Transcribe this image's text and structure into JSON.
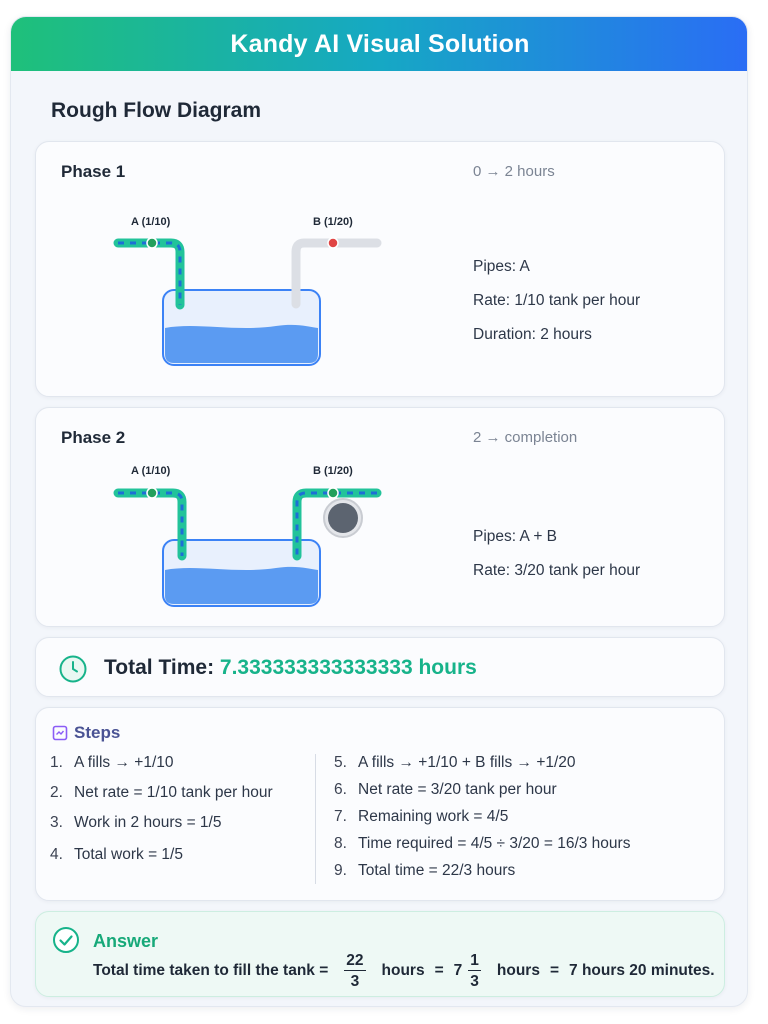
{
  "header": {
    "title": "Kandy AI Visual Solution"
  },
  "diagram_title": "Rough Flow Diagram",
  "phase1": {
    "title": "Phase 1",
    "range": "0 → 2 hours",
    "pipe_a_label": "A (1/10)",
    "pipe_b_label": "B (1/20)",
    "pipes": "Pipes: A",
    "rate": "Rate: 1/10 tank per hour",
    "duration": "Duration: 2 hours",
    "pipe_a_active": true,
    "pipe_b_active": false
  },
  "phase2": {
    "title": "Phase 2",
    "range": "2 → completion",
    "pipe_a_label": "A (1/10)",
    "pipe_b_label": "B (1/20)",
    "pipes": "Pipes: A + B",
    "rate": "Rate: 3/20 tank per hour",
    "pipe_a_active": true,
    "pipe_b_active": true
  },
  "total_time": {
    "label": "Total Time:",
    "value": "7.333333333333333 hours",
    "icon": "clock-icon"
  },
  "steps": {
    "title": "Steps",
    "icon": "notes-icon",
    "left": [
      {
        "num": "1.",
        "text": "A fills → +1/10"
      },
      {
        "num": "2.",
        "text": "Net rate = 1/10 tank per hour"
      },
      {
        "num": "3.",
        "text": "Work in 2 hours = 1/5"
      },
      {
        "num": "4.",
        "text": "Total work = 1/5"
      }
    ],
    "right": [
      {
        "num": "5.",
        "text": "A fills → +1/10 + B fills → +1/20"
      },
      {
        "num": "6.",
        "text": "Net rate = 3/20 tank per hour"
      },
      {
        "num": "7.",
        "text": "Remaining work = 4/5"
      },
      {
        "num": "8.",
        "text": "Time required = 4/5 ÷ 3/20 = 16/3 hours"
      },
      {
        "num": "9.",
        "text": "Total time = 22/3 hours"
      }
    ]
  },
  "answer": {
    "title": "Answer",
    "icon": "check-circle-icon",
    "prefix": "Total time taken to fill the tank =",
    "frac1_num": "22",
    "frac1_den": "3",
    "unit1": "hours",
    "eq2": "=",
    "whole": "7",
    "frac2_num": "1",
    "frac2_den": "3",
    "unit2": "hours",
    "eq3": "=",
    "result": "7 hours 20 minutes."
  },
  "colors": {
    "accent_green": "#17b38a",
    "header_start": "#1fc07a",
    "header_end": "#2a6df5",
    "water": "#5b9bf2",
    "pipe_active": "#22c39a",
    "pipe_inactive": "#dcdfe5"
  }
}
